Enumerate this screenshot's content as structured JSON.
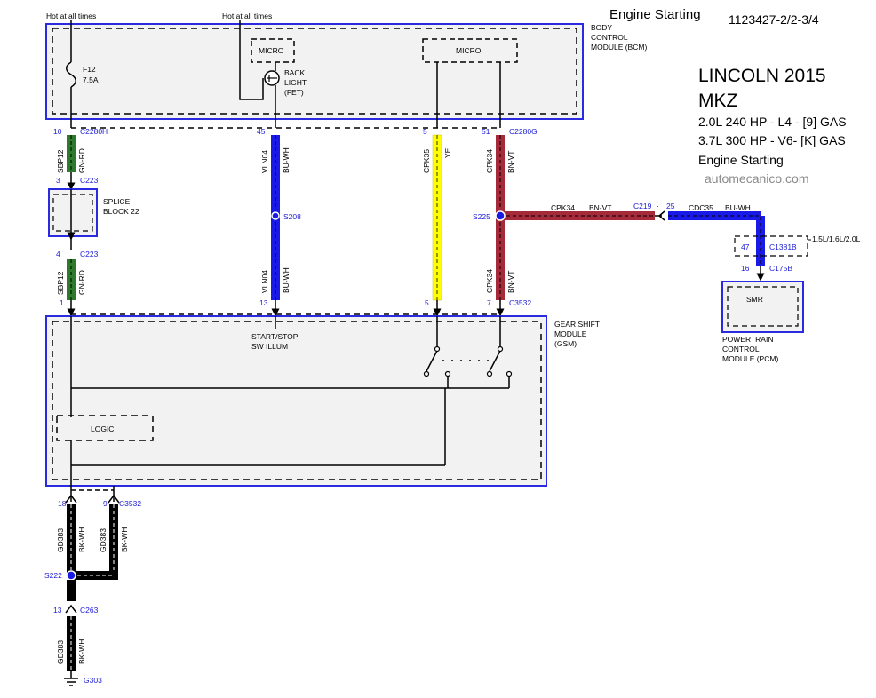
{
  "header": {
    "engine_title": "Engine Starting",
    "doc_id": "1123427-2/2-3/4",
    "hot_left": "Hot at all times",
    "hot_right": "Hot at all times"
  },
  "vehicle": {
    "make_year": "LINCOLN 2015",
    "model": "MKZ",
    "spec1": "2.0L 240 HP - L4 - [9] GAS",
    "spec2": "3.7L 300 HP - V6- [K] GAS",
    "system": "Engine Starting",
    "site": "automecanico.com"
  },
  "bcm": {
    "label1": "BODY",
    "label2": "CONTROL",
    "label3": "MODULE (BCM)",
    "fuse_name": "F12",
    "fuse_rating": "7.5A",
    "micro_left": "MICRO",
    "micro_right": "MICRO",
    "backlight1": "BACK",
    "backlight2": "LIGHT",
    "backlight3": "(FET)"
  },
  "connectors": {
    "c2280h": "C2280H",
    "c2280g": "C2280G",
    "c223_top": "C223",
    "c223_bottom": "C223",
    "c3532_top": "C3532",
    "c3532_bottom": "C3532",
    "c219": "C219",
    "c1381b": "C1381B",
    "c175b": "C175B",
    "c263": "C263",
    "g303": "G303"
  },
  "pins": {
    "p10": "10",
    "p45": "45",
    "p5_top": "5",
    "p51": "51",
    "p3": "3",
    "p4": "4",
    "p1": "1",
    "p13": "13",
    "p5_bot": "5",
    "p7": "7",
    "p25": "25",
    "p47": "47",
    "p16": "16",
    "p18": "18",
    "p9": "9",
    "p13_g": "13"
  },
  "splices": {
    "s208": "S208",
    "s225": "S225",
    "s222": "S222",
    "splice_block1": "SPLICE",
    "splice_block2": "BLOCK 22"
  },
  "wires": {
    "w1_circuit": "SBP12",
    "w1_color": "GN-RD",
    "w2_circuit": "SBP12",
    "w2_color": "GN-RD",
    "w3_circuit": "VLN04",
    "w3_color": "BU-WH",
    "w4_circuit": "VLN04",
    "w4_color": "BU-WH",
    "w5_circuit": "CPK35",
    "w5_color": "YE",
    "w6_circuit": "CPK34",
    "w6_color": "BN-VT",
    "w7_circuit": "CPK34",
    "w7_color": "BN-VT",
    "w8_circuit": "CPK34",
    "w8_color": "BN-VT",
    "w9_circuit": "CDC35",
    "w9_color": "BU-WH",
    "w10_circuit": "GD383",
    "w10_color": "BK-WH",
    "w11_circuit": "GD383",
    "w11_color": "BK-WH",
    "w12_circuit": "GD383",
    "w12_color": "BK-WH"
  },
  "gsm": {
    "label1": "GEAR SHIFT",
    "label2": "MODULE",
    "label3": "(GSM)",
    "illum1": "START/STOP",
    "illum2": "SW ILLUM",
    "logic": "LOGIC"
  },
  "pcm": {
    "smr": "SMR",
    "label1": "POWERTRAIN",
    "label2": "CONTROL",
    "label3": "MODULE (PCM)",
    "engine_note": "1.5L/1.6L/2.0L"
  },
  "colors": {
    "module_border": "#2a2ae0",
    "module_fill": "#f2f2f2",
    "wire_green": "#2d7a2d",
    "wire_blue": "#1a1ae6",
    "wire_yellow": "#ffff00",
    "wire_brown": "#a52a3a",
    "wire_black": "#000000",
    "label_blue": "#1b1bd6"
  },
  "icons": [
    "fuse-icon",
    "fet-icon",
    "ground-icon",
    "splice-dot-icon",
    "connector-arrow-icon",
    "switch-icon"
  ]
}
